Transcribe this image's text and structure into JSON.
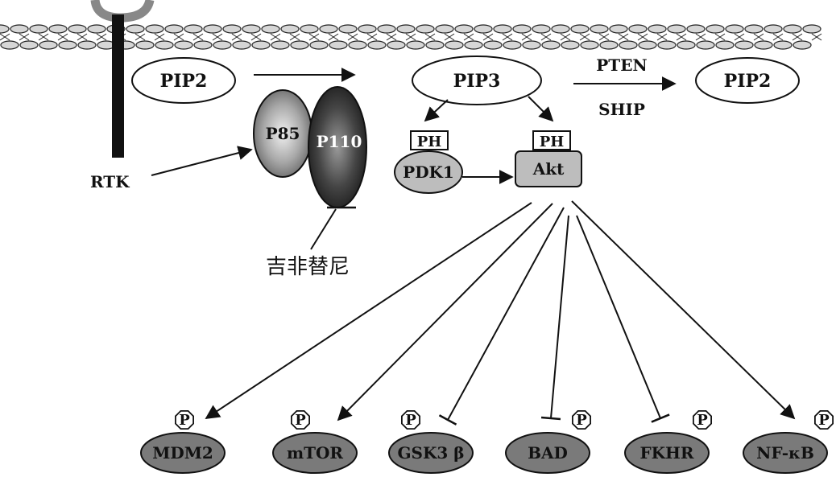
{
  "membrane": {
    "fill": "#d6d6d6",
    "stroke": "#222222"
  },
  "receptor": {
    "label": "RTK",
    "color": "#111111",
    "ring_color": "#888888"
  },
  "pip2_left": {
    "label": "PIP2"
  },
  "pip3": {
    "label": "PIP3"
  },
  "pip2_right": {
    "label": "PIP2"
  },
  "pten": {
    "label": "PTEN"
  },
  "ship": {
    "label": "SHIP"
  },
  "p85": {
    "label": "P85"
  },
  "p110": {
    "label": "P110"
  },
  "inhibitor": {
    "label": "吉非替尼"
  },
  "pdk1": {
    "label": "PDK1",
    "ph_label": "PH"
  },
  "akt": {
    "label": "Akt",
    "ph_label": "PH"
  },
  "phospho_label": "P",
  "targets": [
    {
      "label": "MDM2",
      "effect": "activate"
    },
    {
      "label": "mTOR",
      "effect": "activate"
    },
    {
      "label": "GSK3 β",
      "effect": "inhibit"
    },
    {
      "label": "BAD",
      "effect": "inhibit"
    },
    {
      "label": "FKHR",
      "effect": "inhibit"
    },
    {
      "label": "NF-κB",
      "effect": "activate"
    }
  ],
  "colors": {
    "target_fill": "#7a7a7a",
    "pdk1_fill": "#bdbdbd",
    "akt_fill": "#bdbdbd"
  }
}
